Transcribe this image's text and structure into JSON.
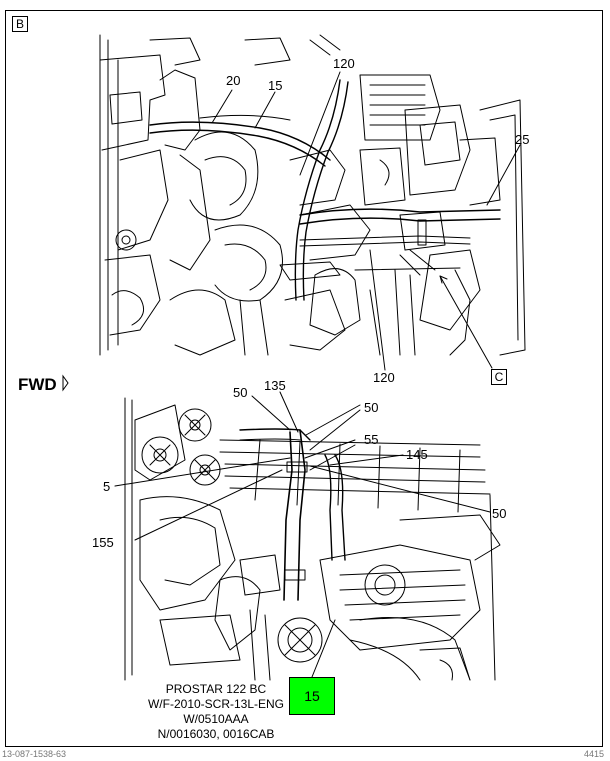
{
  "view_b": {
    "box_label": "B",
    "callouts": [
      "20",
      "15",
      "120",
      "25",
      "120"
    ],
    "detail_ref": "C"
  },
  "fwd_label": "FWD",
  "view_c": {
    "callouts": [
      "50",
      "135",
      "50",
      "55",
      "145",
      "5",
      "50",
      "155"
    ]
  },
  "caption": {
    "lines": [
      "PROSTAR 122 BC",
      "W/F-2010-SCR-13L-ENG",
      "W/0510AAA",
      "N/0016030, 0016CAB"
    ]
  },
  "highlight": {
    "label": "15",
    "color": "#00ff00"
  },
  "footer": {
    "left": "13-087-1538-63",
    "right": "4415"
  },
  "icons": {
    "fwd_arrow": "fwd-arrow-icon"
  }
}
